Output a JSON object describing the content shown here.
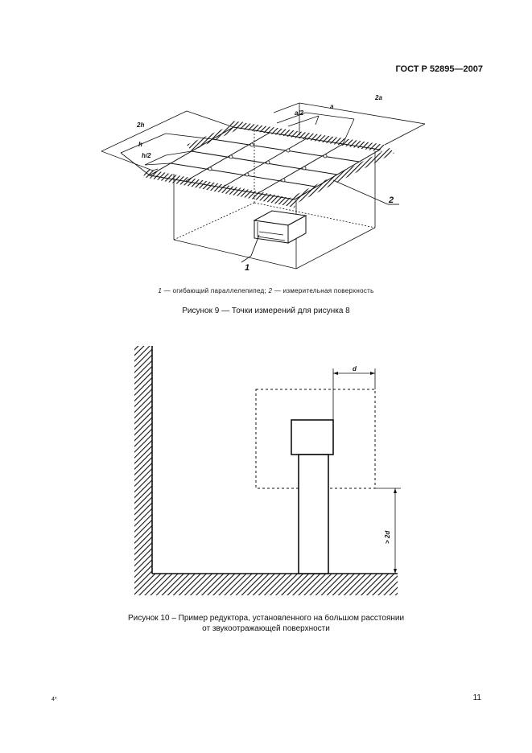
{
  "header": {
    "standard": "ГОСТ Р 52895—2007"
  },
  "figure9": {
    "legend": {
      "num1": "1",
      "text1": " — огибающий параллелепипед; ",
      "num2": "2",
      "text2": " — измерительная поверхность"
    },
    "caption": "Рисунок 9 — Точки измерений для рисунка 8",
    "labels": {
      "dim_2h": "2h",
      "dim_h": "h",
      "dim_h_half": "h/2",
      "dim_a_half": "a/2",
      "dim_a": "a",
      "dim_2a": "2a",
      "callout_1": "1",
      "callout_2": "2"
    }
  },
  "figure10": {
    "caption_line1": "Рисунок 10 – Пример редуктора, установленного на большом расстоянии",
    "caption_line2": "от звукоотражающей поверхности",
    "labels": {
      "dim_d": "d",
      "dim_2d": "> 2d"
    }
  },
  "footer": {
    "left_mark": "4*",
    "page_number": "11"
  }
}
